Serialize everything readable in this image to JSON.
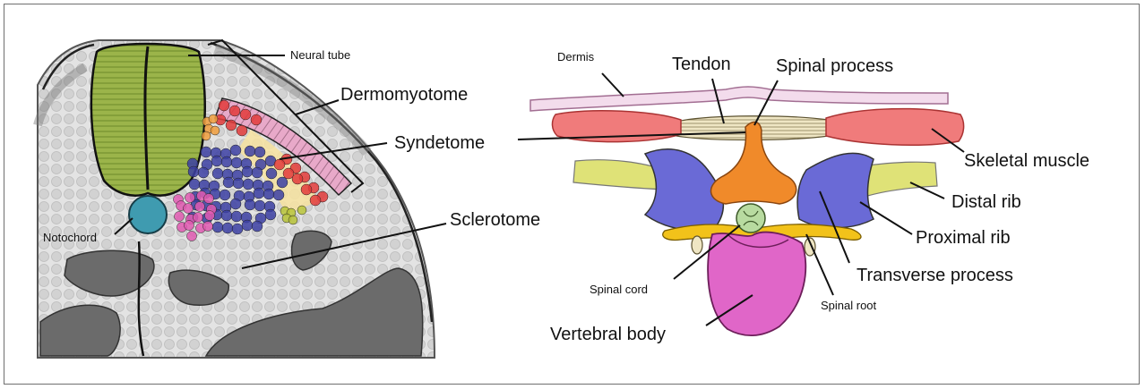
{
  "left_panel": {
    "labels": {
      "neural_tube": "Neural tube",
      "dermomyotome": "Dermomyotome",
      "syndetome": "Syndetome",
      "sclerotome": "Sclerotome",
      "notochord": "Notochord"
    }
  },
  "right_panel": {
    "labels": {
      "dermis": "Dermis",
      "tendon": "Tendon",
      "spinal_process": "Spinal process",
      "skeletal_muscle": "Skeletal muscle",
      "distal_rib": "Distal rib",
      "proximal_rib": "Proximal rib",
      "transverse_process": "Transverse process",
      "spinal_cord": "Spinal cord",
      "spinal_root": "Spinal root",
      "vertebral_body": "Vertebral body"
    }
  },
  "colors": {
    "neural_tube": "#9bb44a",
    "notochord": "#3f9bb0",
    "dermomyotome": "#e8a9c9",
    "syndetome": "#f7e3a0",
    "sclerotome": "#3c3fa3",
    "muscle_cells": "#e23b3b",
    "pink_cells": "#e05ab2",
    "yellow_cells": "#b9c43a",
    "orange_cells": "#f2a040",
    "tissue": "#d9d9d9",
    "dark_tissue": "#6b6b6b",
    "skeletal_muscle": "#f07b7b",
    "tendon": "#efe6c4",
    "spinal_process": "#f08a2a",
    "proximal_rib": "#6a6ad6",
    "distal_rib": "#dfe277",
    "spinal_root": "#f2c21a",
    "spinal_cord": "#b8dba0",
    "vertebral_body": "#e066c8",
    "dermis": "#f3dcec"
  }
}
